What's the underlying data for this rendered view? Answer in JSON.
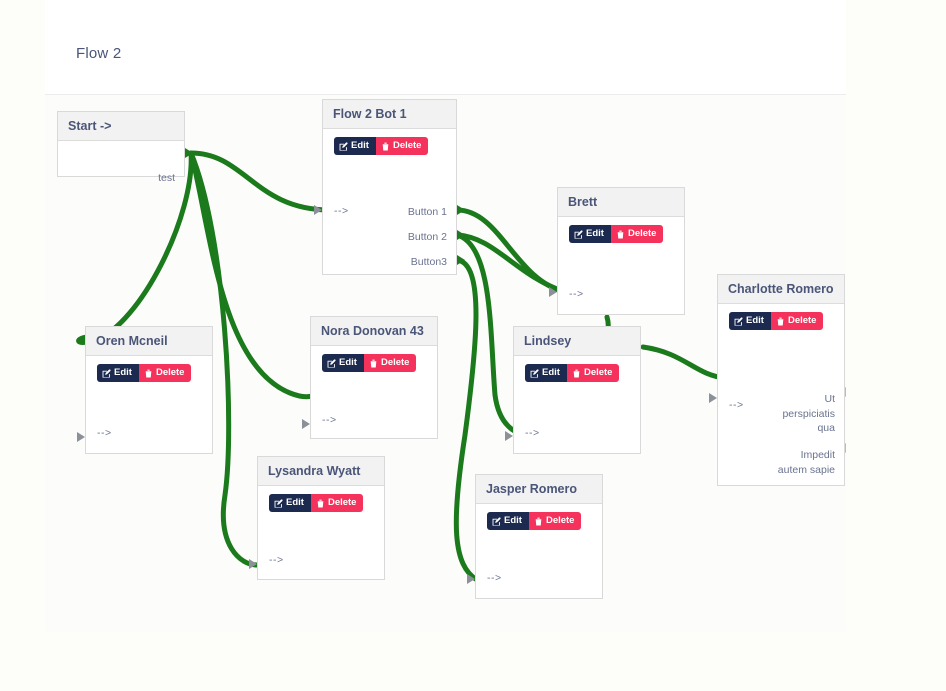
{
  "header": {
    "title": "Flow 2"
  },
  "canvas": {
    "edge_color": "#1b7a1b",
    "node_header_bg": "#f2f2f2",
    "node_header_text": "#4a5578",
    "edit_button_bg": "#1b2a4e",
    "delete_button_bg": "#f5325c"
  },
  "buttons": {
    "edit_label": "Edit",
    "delete_label": "Delete",
    "edit_icon": "pencil-square-icon",
    "delete_icon": "trash-icon"
  },
  "nodes": [
    {
      "id": "start",
      "title": "Start ->",
      "has_buttons": false,
      "inputs": [],
      "outputs": [
        "test"
      ]
    },
    {
      "id": "flow2bot1",
      "title": "Flow 2 Bot 1",
      "has_buttons": true,
      "inputs": [
        "-->"
      ],
      "outputs": [
        "Button 1",
        "Button 2",
        "Button3"
      ]
    },
    {
      "id": "oren",
      "title": "Oren Mcneil",
      "has_buttons": true,
      "inputs": [
        "-->"
      ],
      "outputs": []
    },
    {
      "id": "nora",
      "title": "Nora Donovan 43",
      "has_buttons": true,
      "inputs": [
        "-->"
      ],
      "outputs": []
    },
    {
      "id": "lysandra",
      "title": "Lysandra Wyatt",
      "has_buttons": true,
      "inputs": [
        "-->"
      ],
      "outputs": []
    },
    {
      "id": "brett",
      "title": "Brett",
      "has_buttons": true,
      "inputs": [
        "-->"
      ],
      "outputs": []
    },
    {
      "id": "lindsey",
      "title": "Lindsey",
      "has_buttons": true,
      "inputs": [
        "-->"
      ],
      "outputs": []
    },
    {
      "id": "jasper",
      "title": "Jasper Romero",
      "has_buttons": true,
      "inputs": [
        "-->"
      ],
      "outputs": []
    },
    {
      "id": "charlotte",
      "title": "Charlotte Romero",
      "has_buttons": true,
      "inputs": [
        "-->"
      ],
      "outputs": [
        "Ut perspiciatis qua",
        "Impedit autem sapie"
      ]
    }
  ],
  "node_text": {
    "start_title": "Start ->",
    "start_out_test": "test",
    "flow2bot1_title": "Flow 2 Bot 1",
    "flow2bot1_in": "-->",
    "flow2bot1_out1": "Button 1",
    "flow2bot1_out2": "Button 2",
    "flow2bot1_out3": "Button3",
    "oren_title": "Oren Mcneil",
    "oren_in": "-->",
    "nora_title": "Nora Donovan 43",
    "nora_in": "-->",
    "lysandra_title": "Lysandra Wyatt",
    "lysandra_in": "-->",
    "brett_title": "Brett",
    "brett_in": "-->",
    "lindsey_title": "Lindsey",
    "lindsey_in": "-->",
    "jasper_title": "Jasper Romero",
    "jasper_in": "-->",
    "charlotte_title": "Charlotte Romero",
    "charlotte_in": "-->",
    "charlotte_out1": "Ut perspiciatis qua",
    "charlotte_out2": "Impedit autem sapie"
  },
  "connections": [
    {
      "from": "start.test",
      "to": "flow2bot1.in"
    },
    {
      "from": "start.test",
      "to": "oren.in"
    },
    {
      "from": "start.test",
      "to": "nora.in"
    },
    {
      "from": "start.test",
      "to": "lysandra.in"
    },
    {
      "from": "flow2bot1.Button 1",
      "to": "brett.in"
    },
    {
      "from": "flow2bot1.Button 2",
      "to": "lindsey.in"
    },
    {
      "from": "flow2bot1.Button 2",
      "to": "brett.in"
    },
    {
      "from": "flow2bot1.Button3",
      "to": "jasper.in"
    },
    {
      "from": "brett.out",
      "to": "lindsey.in"
    },
    {
      "from": "lindsey.out",
      "to": "charlotte.in"
    }
  ]
}
